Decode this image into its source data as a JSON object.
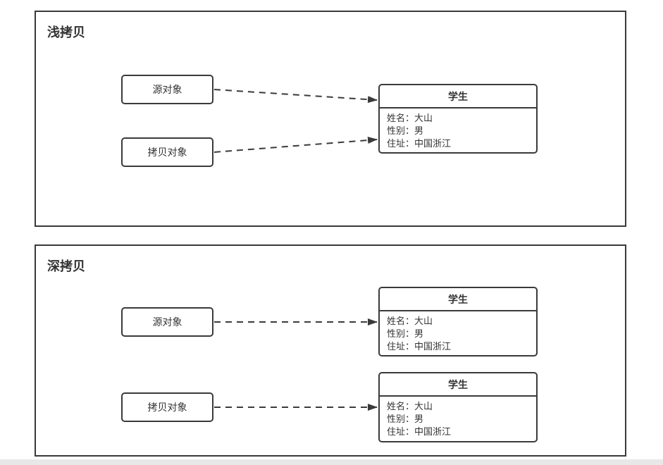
{
  "colors": {
    "stroke": "#3a3a3a",
    "text": "#333333",
    "box_fill": "#ffffff",
    "bottom_strip": "#e8e8e8"
  },
  "panels": [
    {
      "id": "shallow-copy",
      "title": "浅拷贝",
      "source_box": {
        "label": "源对象"
      },
      "copy_box": {
        "label": "拷贝对象"
      },
      "student_boxes": [
        {
          "title": "学生",
          "fields": [
            "姓名：大山",
            "性别：男",
            "住址：中国浙江"
          ]
        }
      ]
    },
    {
      "id": "deep-copy",
      "title": "深拷贝",
      "source_box": {
        "label": "源对象"
      },
      "copy_box": {
        "label": "拷贝对象"
      },
      "student_boxes": [
        {
          "title": "学生",
          "fields": [
            "姓名：大山",
            "性别：男",
            "住址：中国浙江"
          ]
        },
        {
          "title": "学生",
          "fields": [
            "姓名：大山",
            "性别：男",
            "住址：中国浙江"
          ]
        }
      ]
    }
  ]
}
